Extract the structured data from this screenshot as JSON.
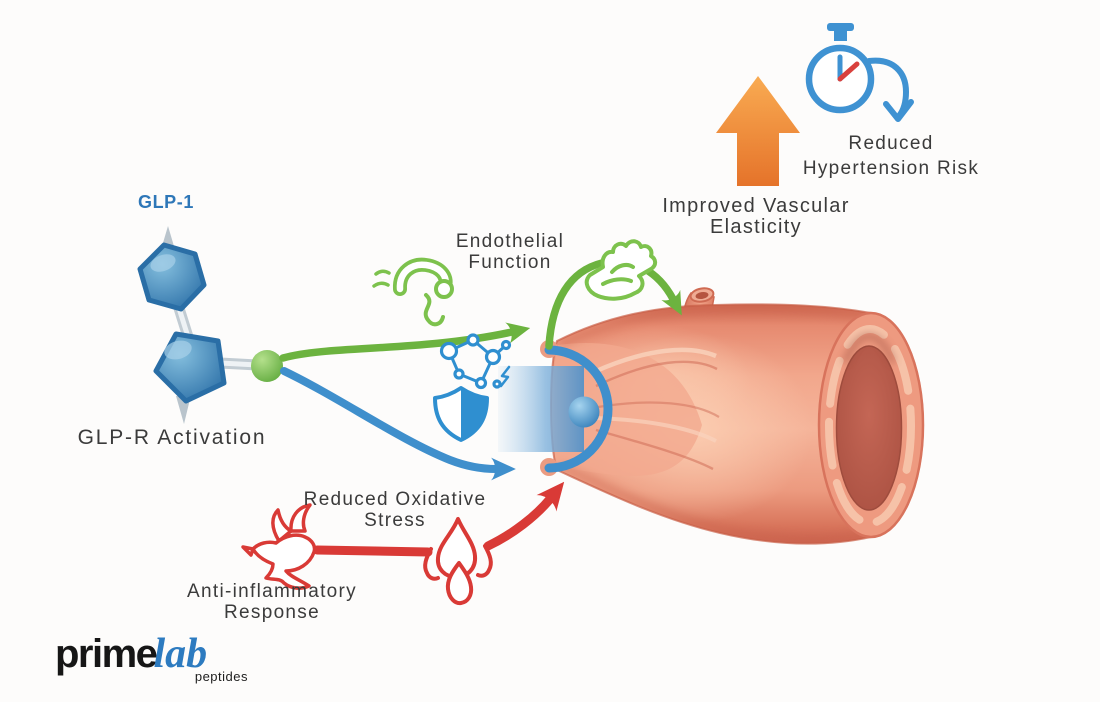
{
  "molecule": {
    "label": "GLP-1",
    "caption": "GLP-R Activation"
  },
  "labels": {
    "endothelial": {
      "line1": "Endothelial",
      "line2": "Function"
    },
    "oxidative": {
      "line1": "Reduced Oxidative",
      "line2": "Stress"
    },
    "antiinflammatory": {
      "line1": "Anti-inflammatory",
      "line2": "Response"
    },
    "elasticity": {
      "line1": "Improved Vascular",
      "line2": "Elasticity"
    },
    "hypertension": {
      "line1": "Reduced",
      "line2": "Hypertension Risk"
    }
  },
  "logo": {
    "prime": "prime",
    "lab": "lab",
    "sub": "peptides"
  },
  "icons": {
    "molecule": "glp1-molecule",
    "receptor": "receptor-arc",
    "vessel": "blood-vessel",
    "microbe": "microbe-icon",
    "hand": "vasodilation-hand-icon",
    "network": "molecule-network-icon",
    "shield": "shield-icon",
    "dove": "dove-icon",
    "flame": "flame-icon",
    "stopwatch": "stopwatch-icon",
    "up_arrow": "up-arrow-icon"
  },
  "colors": {
    "green": "#6cb33f",
    "icon_green": "#7dc24d",
    "blue": "#3f8fcc",
    "icon_blue": "#2f8fd0",
    "red": "#d93a36",
    "orange_light": "#f9ab52",
    "orange_dark": "#e5732a",
    "vessel_mid": "#f2a78c",
    "vessel_dark": "#cf6750",
    "vessel_light": "#f5b49a",
    "lumen": "#b55a49",
    "molecule_blue": "#3c87bf",
    "glp1_label": "#2e77b8",
    "text": "#3b3b3b",
    "logo_blue": "#2d7bc0"
  }
}
